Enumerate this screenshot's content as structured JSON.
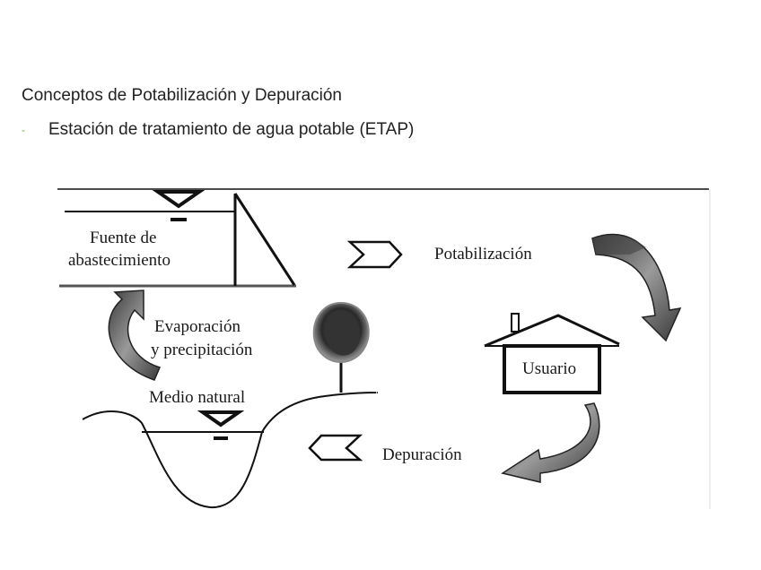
{
  "slide": {
    "title": "Conceptos de Potabilización y Depuración",
    "bullet": "Estación de tratamiento de agua potable (ETAP)"
  },
  "diagram": {
    "source_line1": "Fuente de",
    "source_line2": "abastecimiento",
    "potabilizacion": "Potabilización",
    "evaporacion_line1": "Evaporación",
    "evaporacion_line2": "y precipitación",
    "medio_natural": "Medio natural",
    "usuario": "Usuario",
    "depuracion": "Depuración"
  },
  "colors": {
    "arrow_fill": "#5f5f5f",
    "line": "#111111",
    "bullet": "#6ab04c"
  }
}
